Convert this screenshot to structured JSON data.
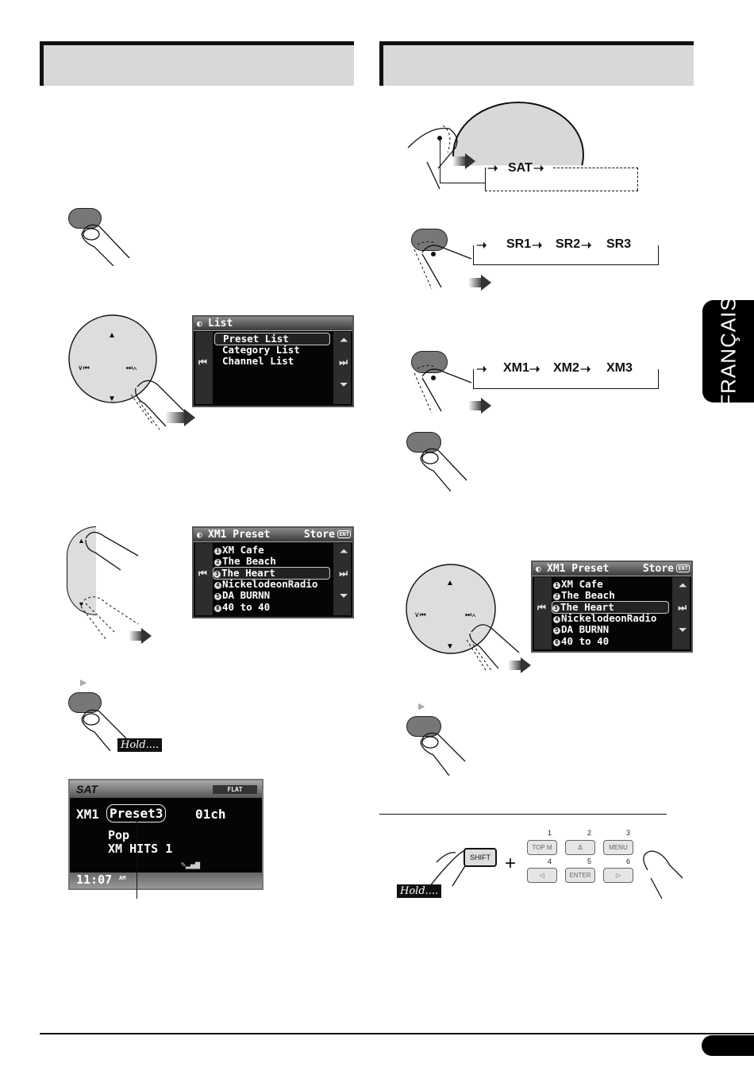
{
  "side_tab": {
    "label": "FRANÇAIS"
  },
  "list_screen": {
    "title": "List",
    "items": [
      "Preset List",
      "Category List",
      "Channel List"
    ]
  },
  "preset_screen": {
    "title": "XM1 Preset",
    "store_label": "Store",
    "ent_label": "ENT",
    "presets": [
      {
        "num": "1",
        "name": "XM Cafe"
      },
      {
        "num": "2",
        "name": "The Beach"
      },
      {
        "num": "3",
        "name": "The Heart"
      },
      {
        "num": "4",
        "name": "NickelodeonRadio"
      },
      {
        "num": "5",
        "name": "DA BURNN"
      },
      {
        "num": "6",
        "name": "40 to 40"
      }
    ]
  },
  "sat_screen": {
    "source": "SAT",
    "eq_badge": "FLAT",
    "band": "XM1",
    "preset": "Preset3",
    "channel": "01ch",
    "category": "Pop",
    "channel_name": "XM HITS 1",
    "time": "11:07",
    "ampm": "AM"
  },
  "hold_label": "Hold....",
  "source_flow": {
    "label": "SAT"
  },
  "sirius_flow": {
    "bands": [
      "SR1",
      "SR2",
      "SR3"
    ]
  },
  "xm_flow": {
    "bands": [
      "XM1",
      "XM2",
      "XM3"
    ]
  },
  "remote_keys": {
    "shift": "SHIFT",
    "plus": "+",
    "keys": [
      {
        "num": "1",
        "label": "TOP M"
      },
      {
        "num": "2",
        "label": "Δ"
      },
      {
        "num": "3",
        "label": "MENU"
      },
      {
        "num": "4",
        "label": "◁"
      },
      {
        "num": "5",
        "label": "ENTER"
      },
      {
        "num": "6",
        "label": "▷"
      }
    ]
  }
}
